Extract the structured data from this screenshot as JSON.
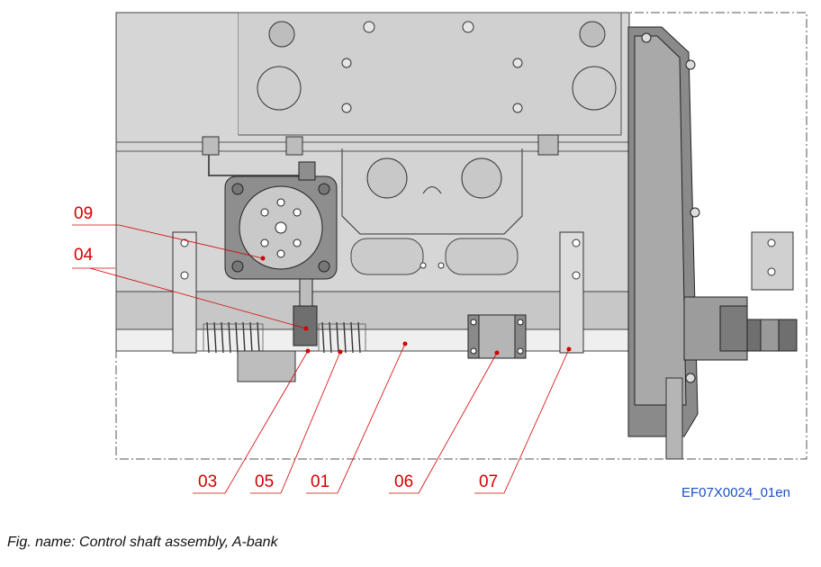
{
  "figure": {
    "reference_code": "EF07X0024_01en",
    "caption": "Fig. name: Control shaft assembly, A-bank"
  },
  "callouts": [
    {
      "id": "09",
      "label": "09"
    },
    {
      "id": "04",
      "label": "04"
    },
    {
      "id": "03",
      "label": "03"
    },
    {
      "id": "05",
      "label": "05"
    },
    {
      "id": "01",
      "label": "01"
    },
    {
      "id": "06",
      "label": "06"
    },
    {
      "id": "07",
      "label": "07"
    }
  ],
  "colors": {
    "callout": "#d40000",
    "reference_code": "#1f4fbf",
    "engine_body": "#d9d9d9",
    "dark_parts": "#8c8c8c",
    "outline": "#333333"
  }
}
